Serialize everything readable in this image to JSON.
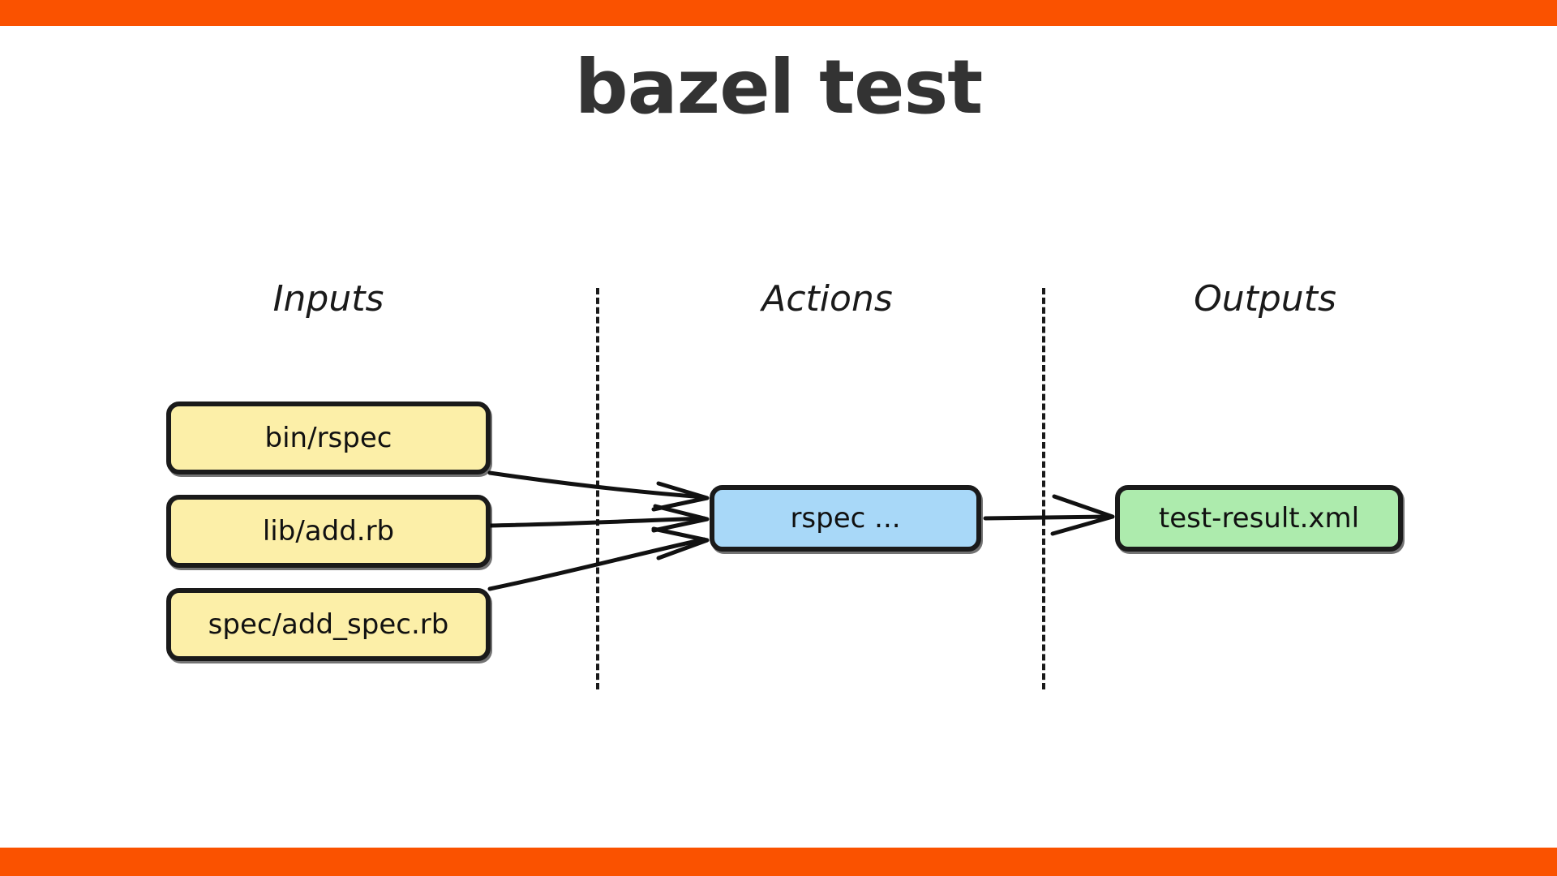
{
  "page": {
    "title": "bazel test",
    "background_color": "#ffffff",
    "accent_color": "#fa5200",
    "title_color": "#333333"
  },
  "bands": {
    "top_color": "#fa5200",
    "bottom_color": "#fa5200"
  },
  "columns": [
    {
      "id": "inputs",
      "label": "Inputs"
    },
    {
      "id": "actions",
      "label": "Actions"
    },
    {
      "id": "outputs",
      "label": "Outputs"
    }
  ],
  "dividers": {
    "count": 2,
    "style": "dashed",
    "color": "#1a1a1a"
  },
  "nodes": {
    "inputs": [
      {
        "label": "bin/rspec",
        "fill": "#fcefa8",
        "stroke": "#1a1a1a"
      },
      {
        "label": "lib/add.rb",
        "fill": "#fcefa8",
        "stroke": "#1a1a1a"
      },
      {
        "label": "spec/add_spec.rb",
        "fill": "#fcefa8",
        "stroke": "#1a1a1a"
      }
    ],
    "action": {
      "label": "rspec ...",
      "fill": "#a8d8f8",
      "stroke": "#1a1a1a"
    },
    "output": {
      "label": "test-result.xml",
      "fill": "#adebad",
      "stroke": "#1a1a1a"
    }
  },
  "edges": [
    {
      "from": "bin/rspec",
      "to": "rspec ..."
    },
    {
      "from": "lib/add.rb",
      "to": "rspec ..."
    },
    {
      "from": "spec/add_spec.rb",
      "to": "rspec ..."
    },
    {
      "from": "rspec ...",
      "to": "test-result.xml"
    }
  ],
  "chart_data": {
    "type": "diagram",
    "title": "bazel test",
    "lanes": [
      "Inputs",
      "Actions",
      "Outputs"
    ],
    "nodes": [
      {
        "id": "bin/rspec",
        "lane": "Inputs",
        "label": "bin/rspec",
        "color": "#fcefa8"
      },
      {
        "id": "lib/add.rb",
        "lane": "Inputs",
        "label": "lib/add.rb",
        "color": "#fcefa8"
      },
      {
        "id": "spec/add_spec.rb",
        "lane": "Inputs",
        "label": "spec/add_spec.rb",
        "color": "#fcefa8"
      },
      {
        "id": "rspec ...",
        "lane": "Actions",
        "label": "rspec ...",
        "color": "#a8d8f8"
      },
      {
        "id": "test-result.xml",
        "lane": "Outputs",
        "label": "test-result.xml",
        "color": "#adebad"
      }
    ],
    "links": [
      {
        "source": "bin/rspec",
        "target": "rspec ..."
      },
      {
        "source": "lib/add.rb",
        "target": "rspec ..."
      },
      {
        "source": "spec/add_spec.rb",
        "target": "rspec ..."
      },
      {
        "source": "rspec ...",
        "target": "test-result.xml"
      }
    ]
  }
}
